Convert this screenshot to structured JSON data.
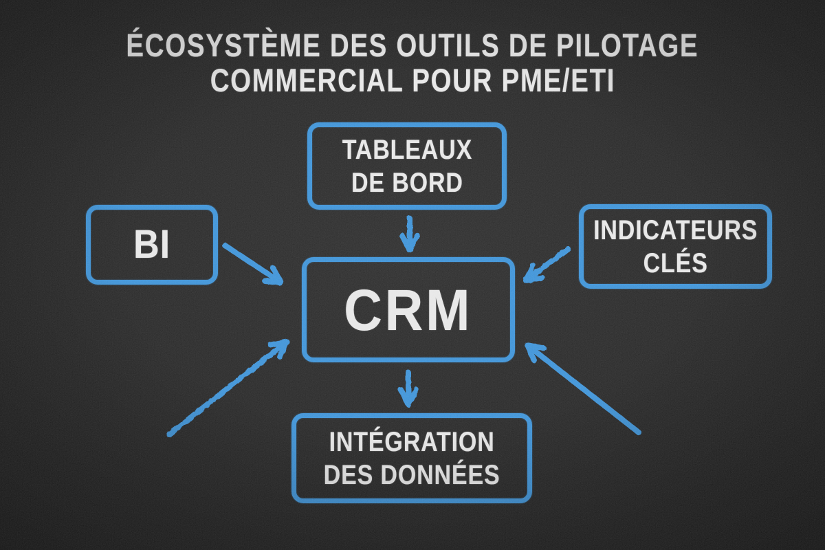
{
  "colors": {
    "background": "#262626",
    "accent_blue": "#3d93d8",
    "chalk_white": "#e7e7e7"
  },
  "title": {
    "line1": "ÉCOSYSTÈME DES OUTILS DE PILOTAGE",
    "line2": "COMMERCIAL POUR PME/ETI"
  },
  "diagram": {
    "nodes": [
      {
        "id": "tableaux-de-bord",
        "lines": [
          "TABLEAUX",
          "DE BORD"
        ]
      },
      {
        "id": "bi",
        "lines": [
          "BI"
        ]
      },
      {
        "id": "indicateurs-cles",
        "lines": [
          "INDICATEURS",
          "CLÉS"
        ]
      },
      {
        "id": "crm",
        "lines": [
          "CRM"
        ]
      },
      {
        "id": "integration-des-donnees",
        "lines": [
          "INTÉGRATION",
          "DES DONNÉES"
        ]
      }
    ],
    "edges": [
      {
        "id": "tableaux-de-bord-to-crm",
        "from": "tableaux-de-bord",
        "to": "crm"
      },
      {
        "id": "bi-to-crm",
        "from": "bi",
        "to": "crm"
      },
      {
        "id": "indicateurs-cles-to-crm",
        "from": "indicateurs-cles",
        "to": "crm"
      },
      {
        "id": "crm-to-integration-des-donnees",
        "from": "crm",
        "to": "integration-des-donnees"
      },
      {
        "id": "bottom-left-to-crm",
        "from": "unlabeled-bottom-left",
        "to": "crm"
      },
      {
        "id": "bottom-right-to-crm",
        "from": "unlabeled-bottom-right",
        "to": "crm"
      }
    ]
  }
}
